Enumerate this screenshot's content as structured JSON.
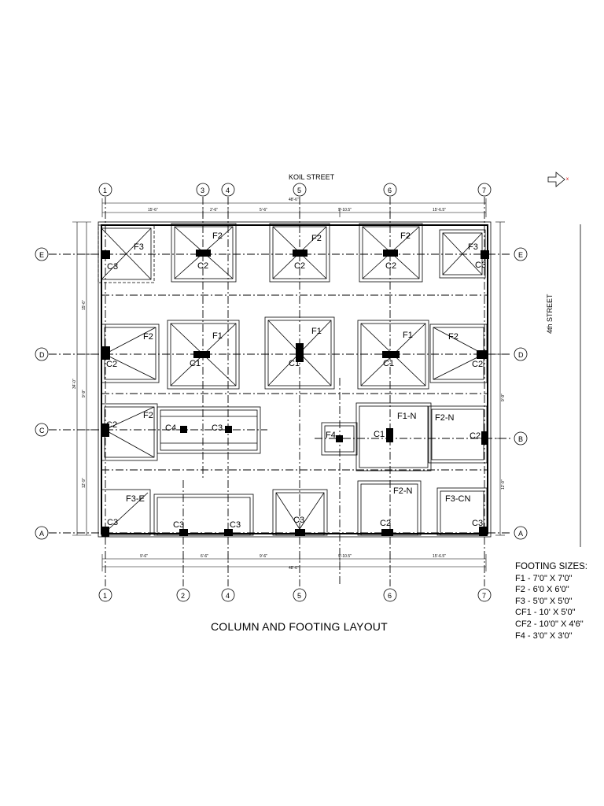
{
  "streets": {
    "top": "KOIL STREET",
    "right": "4th STREET"
  },
  "title": "COLUMN AND FOOTING LAYOUT",
  "legend": {
    "heading": "FOOTING SIZES:",
    "items": [
      "F1 - 7'0\" X 7'0\"",
      "F2 - 6'0 X 6'0\"",
      "F3 - 5'0\" X 5'0\"",
      "CF1 - 10' X 5'0\"",
      "CF2 - 10'0\" X 4'6\"",
      "F4 - 3'0\" X 3'0\""
    ]
  },
  "grid": {
    "top_bubbles": [
      "1",
      "3",
      "4",
      "5",
      "6",
      "7"
    ],
    "bottom_bubbles": [
      "1",
      "2",
      "4",
      "5",
      "6",
      "7"
    ],
    "left_bubbles": [
      "E",
      "D",
      "C",
      "A"
    ],
    "right_bubbles": [
      "E",
      "D",
      "B",
      "A"
    ]
  },
  "dimensions": {
    "top_overall": "48'-6\"",
    "top_segments": [
      "15'-6\"",
      "2'-6\"",
      "5'-6\"",
      "9'-10.5\"",
      "15'-6.5\""
    ],
    "bottom_overall": "48'-6\"",
    "bottom_segments": [
      "9'-6\"",
      "6'-6\"",
      "9'-6\"",
      "9'-10.5\"",
      "15'-6.5\""
    ],
    "left_overall": "34'-0\"",
    "left_segments": [
      "15'-6\"",
      "9'-9\"",
      "12'-9\""
    ],
    "right_segments": [
      "9'-9\"",
      "12'-9\""
    ]
  },
  "footings": {
    "E": [
      "F3",
      "F2",
      "F2",
      "F2",
      "F3"
    ],
    "D": [
      "F2",
      "F1",
      "F1",
      "F1",
      "F2"
    ],
    "C": [
      "F2",
      "F4",
      "F1-N",
      "F2-N"
    ],
    "A": [
      "F3-E",
      "F2-N",
      "F3-CN"
    ]
  },
  "columns": {
    "E": [
      "C3",
      "C2",
      "C2",
      "C2",
      "C3"
    ],
    "D": [
      "C2",
      "C1",
      "C1",
      "C1",
      "C2"
    ],
    "C": [
      "C2",
      "C4",
      "C3",
      "C1",
      "C2"
    ],
    "A": [
      "C3",
      "C3",
      "C3",
      "C3",
      "C2",
      "C3"
    ]
  },
  "north_arrow": "north-arrow-icon"
}
